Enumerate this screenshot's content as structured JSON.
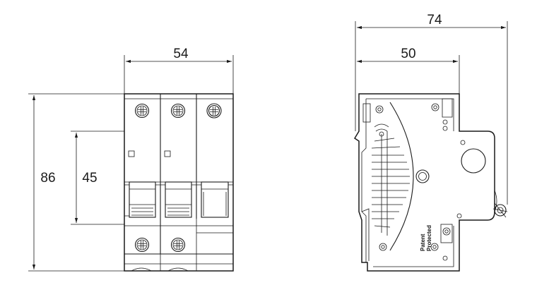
{
  "dimensions": {
    "width_top_front": "54",
    "height_total": "86",
    "height_inner": "45",
    "depth_total": "74",
    "depth_inner": "50"
  },
  "side_label": {
    "line1": "Patent",
    "line2": "Protected"
  }
}
